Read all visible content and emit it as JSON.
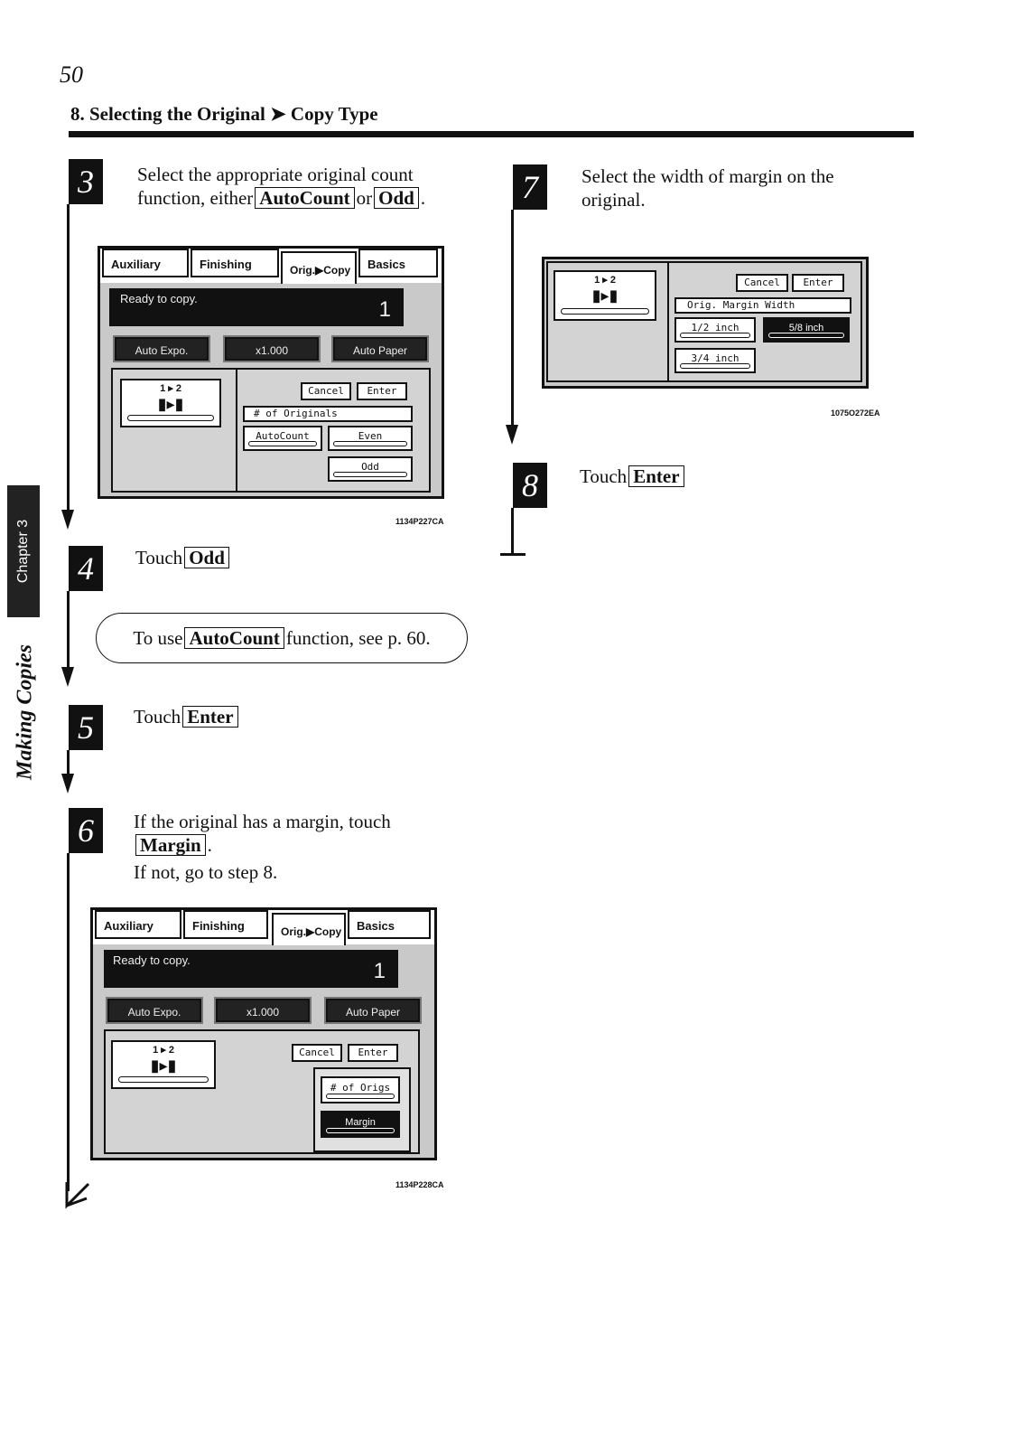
{
  "page": {
    "number": "50",
    "header": "8. Selecting the Original ➤ Copy Type",
    "side_tab": "Chapter 3",
    "side_label": "Making Copies"
  },
  "steps": {
    "s3": {
      "num": "3",
      "text_a": "Select the appropriate original count",
      "text_b": "function, either",
      "btn1": "AutoCount",
      "or": "or",
      "btn2": "Odd",
      "end": "."
    },
    "s4": {
      "num": "4",
      "text": "Touch",
      "btn": "Odd"
    },
    "note": {
      "pre": "To use",
      "btn": "AutoCount",
      "post": "function, see p. 60."
    },
    "s5": {
      "num": "5",
      "text": "Touch",
      "btn": "Enter"
    },
    "s6": {
      "num": "6",
      "text_a": "If the original has a margin, touch",
      "btn": "Margin",
      "end": ".",
      "text_b": "If not, go to step 8."
    },
    "s7": {
      "num": "7",
      "text_a": "Select the width of margin on the",
      "text_b": "original."
    },
    "s8": {
      "num": "8",
      "text": "Touch",
      "btn": "Enter"
    }
  },
  "panels": {
    "tabs": [
      "Auxiliary",
      "Finishing",
      "Orig.▶Copy",
      "Basics"
    ],
    "status": "Ready to copy.",
    "count": "1",
    "buttons": [
      "Auto Expo.",
      "x1.000",
      "Auto Paper"
    ],
    "icon_nums": "1 ▸ 2",
    "cancel": "Cancel",
    "enter": "Enter",
    "p1": {
      "title": "# of Originals",
      "autocount": "AutoCount",
      "even": "Even",
      "odd": "Odd",
      "caption": "1134P227CA"
    },
    "p2": {
      "origs": "# of Origs",
      "margin": "Margin",
      "caption": "1134P228CA"
    },
    "p3": {
      "title": "Orig. Margin Width",
      "w1": "1/2  inch",
      "w2": "5/8  inch",
      "w3": "3/4  inch",
      "caption": "1075O272EA"
    }
  }
}
